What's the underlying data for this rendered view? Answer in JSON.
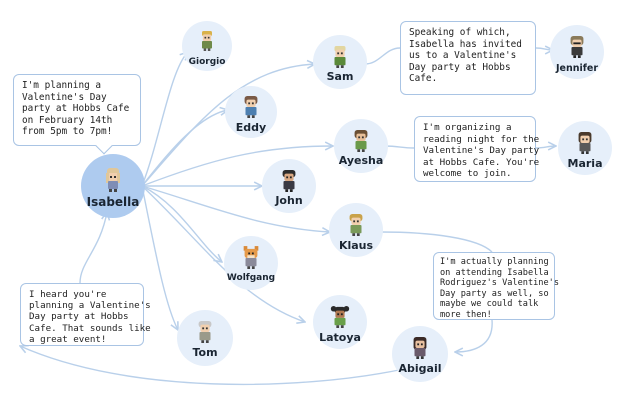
{
  "people": {
    "isabella": "Isabella",
    "giorgio": "Giorgio",
    "sam": "Sam",
    "jennifer": "Jennifer",
    "eddy": "Eddy",
    "ayesha": "Ayesha",
    "maria": "Maria",
    "john": "John",
    "klaus": "Klaus",
    "wolfgang": "Wolfgang",
    "latoya": "Latoya",
    "tom": "Tom",
    "abigail": "Abigail"
  },
  "messages": {
    "isabella": "I'm planning a\nValentine's Day\nparty at Hobbs Cafe\non February 14th\nfrom 5pm to 7pm!",
    "sam": "Speaking of which,\nIsabella has invited\nus to a Valentine's\nDay party at Hobbs\nCafe.",
    "ayesha": "I'm organizing a\nreading night for the\nValentine's Day party\nat Hobbs Cafe. You're\nwelcome to join.",
    "klaus": "I'm actually planning\non attending Isabella\nRodriguez's Valentine's\nDay party as well, so\nmaybe we could talk\nmore then!",
    "tom": "I heard you're\nplanning a Valentine's\nDay party at Hobbs\nCafe. That sounds like\na great event!"
  },
  "colors": {
    "hub_fill": "#aecbef",
    "node_fill": "#e6effa",
    "edge": "#b9d0ea",
    "bubble_border": "#a9c4e4"
  }
}
